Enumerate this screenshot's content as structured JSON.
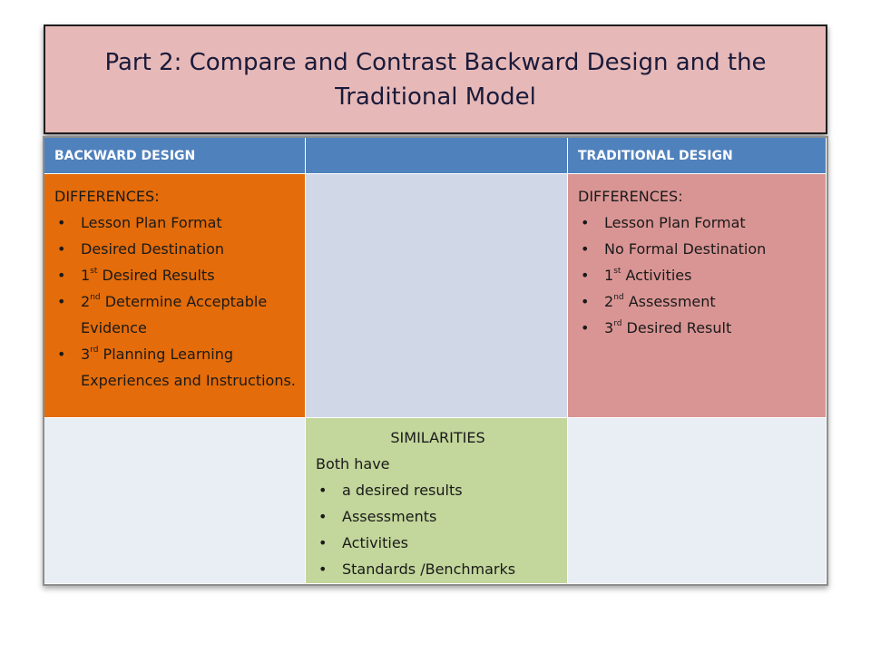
{
  "title": {
    "line1": "Part 2: Compare and Contrast Backward Design and the",
    "line2": "Traditional Model"
  },
  "table": {
    "headers": {
      "left": "BACKWARD DESIGN",
      "middle": "",
      "right": "TRADITIONAL DESIGN"
    },
    "backward": {
      "heading": "DIFFERENCES:",
      "items": [
        {
          "prefix": "",
          "sup": "",
          "text": "Lesson Plan Format"
        },
        {
          "prefix": "",
          "sup": "",
          "text": "Desired Destination"
        },
        {
          "prefix": "1",
          "sup": "st",
          "text": " Desired Results"
        },
        {
          "prefix": "2",
          "sup": "nd",
          "text": " Determine Acceptable Evidence"
        },
        {
          "prefix": "3",
          "sup": "rd",
          "text": " Planning Learning Experiences and Instructions."
        }
      ]
    },
    "traditional": {
      "heading": "DIFFERENCES:",
      "items": [
        {
          "prefix": "",
          "sup": "",
          "text": "Lesson Plan Format"
        },
        {
          "prefix": "",
          "sup": "",
          "text": "No Formal Destination"
        },
        {
          "prefix": "1",
          "sup": "st",
          "text": " Activities"
        },
        {
          "prefix": "2",
          "sup": "nd",
          "text": " Assessment"
        },
        {
          "prefix": "3",
          "sup": "rd",
          "text": " Desired Result"
        }
      ]
    },
    "similarities": {
      "heading": "SIMILARITIES",
      "intro": "Both have",
      "items": [
        {
          "text": "a desired results"
        },
        {
          "text": "Assessments"
        },
        {
          "text": "Activities"
        },
        {
          "text": "Standards /Benchmarks"
        }
      ]
    }
  },
  "colors": {
    "header_blue": "#4f81bd",
    "backward_orange": "#e46c0a",
    "traditional_pink": "#d99594",
    "similarities_green": "#c3d69b",
    "title_pink": "#e6b9b8"
  }
}
